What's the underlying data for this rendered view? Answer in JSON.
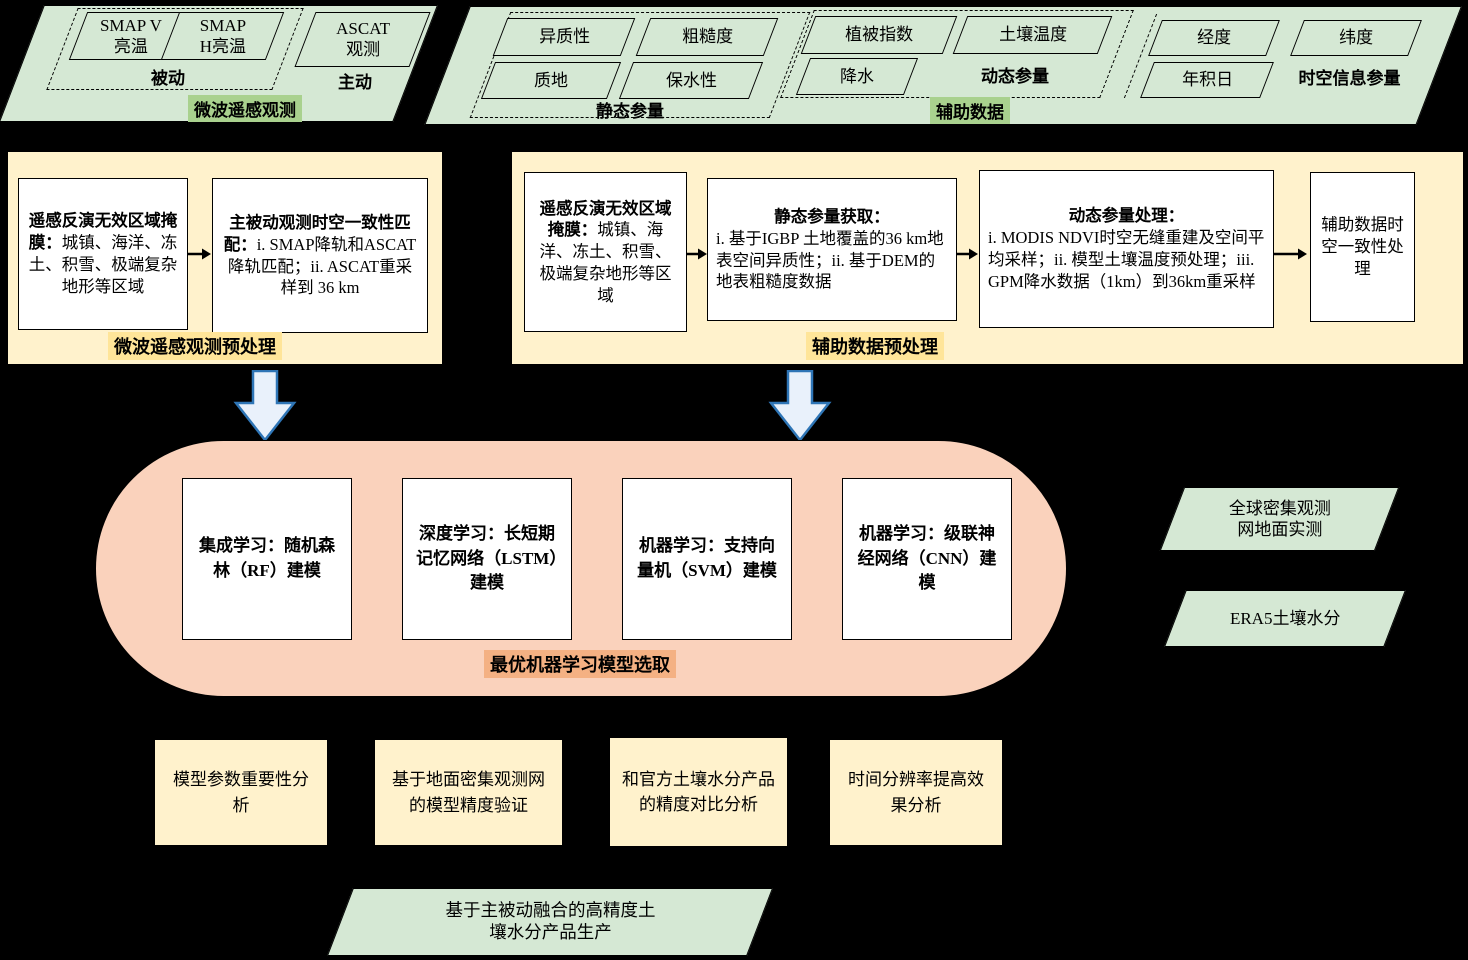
{
  "colors": {
    "background": "#000000",
    "green_fill": "#d5e8d4",
    "green_highlight": "#a9d18e",
    "yellow_panel": "#fff2cc",
    "yellow_highlight": "#ffe599",
    "pink_fill": "#fad2bc",
    "salmon_highlight": "#f4b183",
    "arrow_blue": "#2e75b6",
    "box_white": "#ffffff",
    "border_black": "#000000"
  },
  "microwave": {
    "section_label": "微波遥感观测",
    "passive_label": "被动",
    "active_label": "主动",
    "smap_v": "SMAP V亮温",
    "smap_h": "SMAP H亮温",
    "ascat": "ASCAT 观测"
  },
  "auxiliary": {
    "section_label": "辅助数据",
    "static_label": "静态参量",
    "dynamic_label": "动态参量",
    "st_label": "时空信息参量",
    "items": {
      "heterogeneity": "异质性",
      "roughness": "粗糙度",
      "texture": "质地",
      "water_retention": "保水性",
      "vegetation_index": "植被指数",
      "soil_temperature": "土壤温度",
      "precipitation": "降水",
      "longitude": "经度",
      "latitude": "纬度",
      "doy": "年积日"
    }
  },
  "mw_preprocess": {
    "label": "微波遥感观测预处理",
    "step1_title": "遥感反演无效区域掩膜：",
    "step1_body": "城镇、海洋、冻土、积雪、极端复杂地形等区域",
    "step2_title": "主被动观测时空一致性匹配：",
    "step2_body": "i. SMAP降轨和ASCAT降轨匹配；ii. ASCAT重采样到 36 km"
  },
  "aux_preprocess": {
    "label": "辅助数据预处理",
    "step1_title": "遥感反演无效区域掩膜：",
    "step1_body": "城镇、海洋、冻土、积雪、极端复杂地形等区域",
    "step2_title": "静态参量获取：",
    "step2_body": "i. 基于IGBP 土地覆盖的36 km地表空间异质性；ii. 基于DEM的地表粗糙度数据",
    "step3_title": "动态参量处理：",
    "step3_body": "i. MODIS NDVI时空无缝重建及空间平均采样；ii. 模型土壤温度预处理；iii. GPM降水数据（1km）到36km重采样",
    "step4": "辅助数据时空一致性处理"
  },
  "models": {
    "label": "最优机器学习模型选取",
    "m1": "集成学习：随机森林（RF）建模",
    "m2": "深度学习：长短期记忆网络（LSTM）建模",
    "m3": "机器学习：支持向量机（SVM）建模",
    "m4": "机器学习：级联神经网络（CNN）建模"
  },
  "references": {
    "ground": "全球密集观测网地面实测",
    "era5": "ERA5土壤水分"
  },
  "analysis": {
    "a1": "模型参数重要性分析",
    "a2": "基于地面密集观测网的模型精度验证",
    "a3": "和官方土壤水分产品的精度对比分析",
    "a4": "时间分辨率提高效果分析"
  },
  "output": {
    "label": "基于主被动融合的高精度土壤水分产品生产"
  }
}
